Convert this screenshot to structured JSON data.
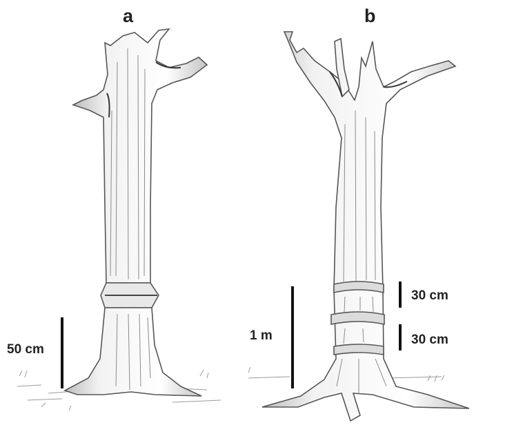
{
  "panels": [
    {
      "label": "a",
      "scale_labels": [
        "50 cm"
      ]
    },
    {
      "label": "b",
      "scale_labels": [
        "1 m",
        "30 cm",
        "30 cm"
      ]
    }
  ],
  "colors": {
    "pencil": "#555555",
    "pencil_dark": "#333333",
    "shade": "#d9d9d9",
    "scale_bar": "#111111"
  }
}
